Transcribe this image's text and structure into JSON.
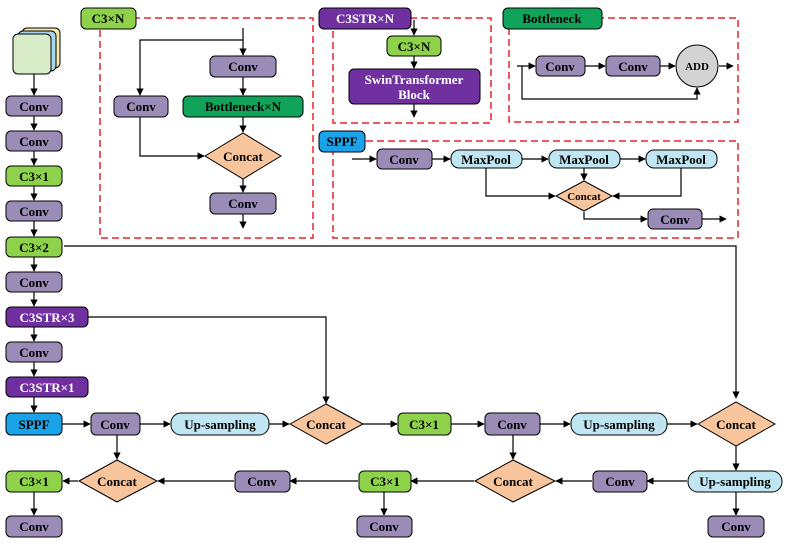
{
  "colors": {
    "conv": "#9a8bb7",
    "c3": "#8dd24a",
    "c3str": "#7030a0",
    "sppf": "#1aa3e8",
    "upsample": "#bfe6f2",
    "concat": "#f8c49c",
    "bottleneck_block": "#10a35a",
    "border_dash": "#e8242b"
  },
  "backbone": {
    "input_icon": "stacked-images-icon",
    "nodes": [
      "Conv",
      "Conv",
      "C3×1",
      "Conv",
      "C3×2",
      "Conv",
      "C3STR×3",
      "Conv",
      "C3STR×1",
      "SPPF"
    ]
  },
  "neck": {
    "row1": [
      "Conv",
      "Up-sampling",
      "Concat",
      "C3×1",
      "Conv",
      "Up-sampling",
      "Concat"
    ],
    "row2": [
      "C3×1",
      "Concat",
      "Conv",
      "C3×1",
      "Concat",
      "Conv",
      "Up-sampling"
    ],
    "outputs": [
      "Conv",
      "Conv",
      "Conv"
    ]
  },
  "panels": {
    "c3n": {
      "tag": "C3×N",
      "conv_top": "Conv",
      "conv_left": "Conv",
      "bottleneck": "Bottleneck×N",
      "concat": "Concat",
      "conv_bottom": "Conv"
    },
    "c3str": {
      "tag": "C3STR×N",
      "c3n": "C3×N",
      "swin_line1": "SwinTransformer",
      "swin_line2": "Block"
    },
    "bottleneck": {
      "tag": "Bottleneck",
      "conv1": "Conv",
      "conv2": "Conv",
      "add": "ADD"
    },
    "sppf": {
      "tag": "SPPF",
      "conv": "Conv",
      "pool1": "MaxPool",
      "pool2": "MaxPool",
      "pool3": "MaxPool",
      "concat": "Concat",
      "conv_out": "Conv"
    }
  }
}
